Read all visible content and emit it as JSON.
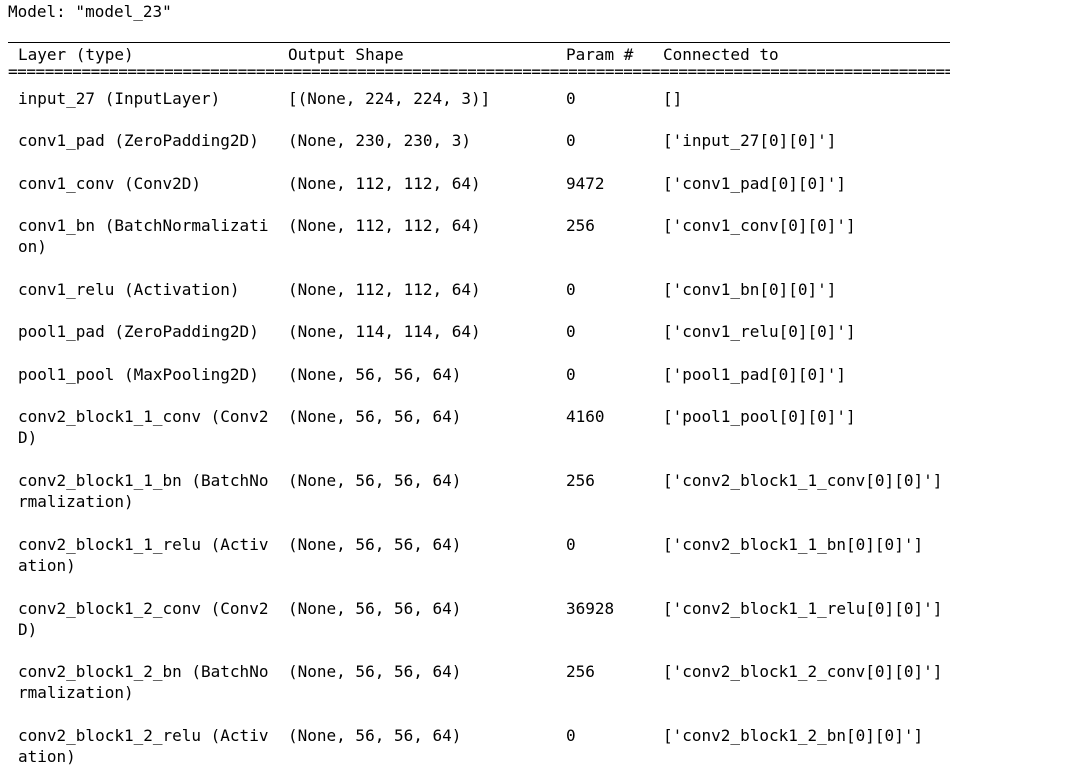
{
  "model_title": "Model: \"model_23\"",
  "headers": {
    "layer": "Layer (type)",
    "shape": "Output Shape",
    "param": "Param #",
    "connected": "Connected to"
  },
  "separator": "==============================================================================================================",
  "rows": [
    {
      "layer": "input_27 (InputLayer)",
      "shape": "[(None, 224, 224, 3)]",
      "param": "0",
      "connected": "[]"
    },
    {
      "layer": "conv1_pad (ZeroPadding2D)",
      "shape": "(None, 230, 230, 3)",
      "param": "0",
      "connected": "['input_27[0][0]']"
    },
    {
      "layer": "conv1_conv (Conv2D)",
      "shape": "(None, 112, 112, 64)",
      "param": "9472",
      "connected": "['conv1_pad[0][0]']"
    },
    {
      "layer": "conv1_bn (BatchNormalizati\non)",
      "shape": "(None, 112, 112, 64)",
      "param": "256",
      "connected": "['conv1_conv[0][0]']"
    },
    {
      "layer": "conv1_relu (Activation)",
      "shape": "(None, 112, 112, 64)",
      "param": "0",
      "connected": "['conv1_bn[0][0]']"
    },
    {
      "layer": "pool1_pad (ZeroPadding2D)",
      "shape": "(None, 114, 114, 64)",
      "param": "0",
      "connected": "['conv1_relu[0][0]']"
    },
    {
      "layer": "pool1_pool (MaxPooling2D)",
      "shape": "(None, 56, 56, 64)",
      "param": "0",
      "connected": "['pool1_pad[0][0]']"
    },
    {
      "layer": "conv2_block1_1_conv (Conv2\nD)",
      "shape": "(None, 56, 56, 64)",
      "param": "4160",
      "connected": "['pool1_pool[0][0]']"
    },
    {
      "layer": "conv2_block1_1_bn (BatchNo\nrmalization)",
      "shape": "(None, 56, 56, 64)",
      "param": "256",
      "connected": "['conv2_block1_1_conv[0][0]']"
    },
    {
      "layer": "conv2_block1_1_relu (Activ\nation)",
      "shape": "(None, 56, 56, 64)",
      "param": "0",
      "connected": "['conv2_block1_1_bn[0][0]']"
    },
    {
      "layer": "conv2_block1_2_conv (Conv2\nD)",
      "shape": "(None, 56, 56, 64)",
      "param": "36928",
      "connected": "['conv2_block1_1_relu[0][0]']"
    },
    {
      "layer": "conv2_block1_2_bn (BatchNo\nrmalization)",
      "shape": "(None, 56, 56, 64)",
      "param": "256",
      "connected": "['conv2_block1_2_conv[0][0]']"
    },
    {
      "layer": "conv2_block1_2_relu (Activ\nation)",
      "shape": "(None, 56, 56, 64)",
      "param": "0",
      "connected": "['conv2_block1_2_bn[0][0]']"
    }
  ]
}
